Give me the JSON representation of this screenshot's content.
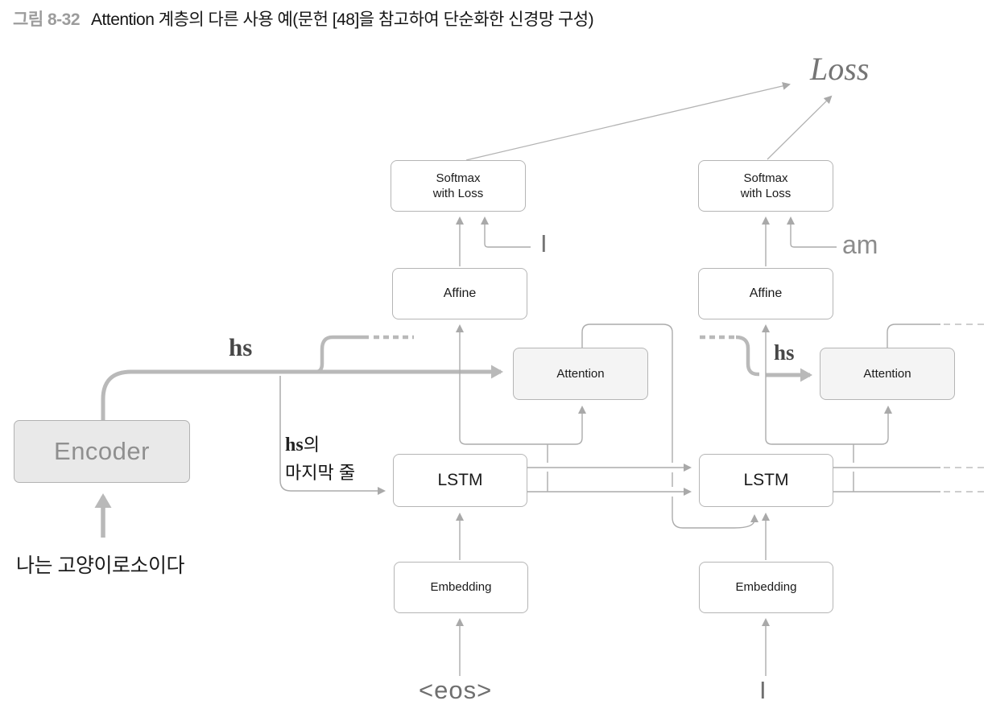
{
  "figure": {
    "label": "그림 8-32",
    "caption": "Attention 계층의 다른 사용 예(문헌 [48]을 참고하여 단순화한 신경망 구성)"
  },
  "diagram": {
    "loss_label": "Loss",
    "encoder": {
      "label": "Encoder",
      "input_sentence": "나는 고양이로소이다"
    },
    "hs": {
      "label_left": "hs",
      "label_right": "hs",
      "last_row_note": {
        "hs": "hs",
        "suffix": "의",
        "line2": "마지막 줄"
      }
    },
    "decoder_steps": [
      {
        "softmax": "Softmax\nwith Loss",
        "affine": "Affine",
        "attention": "Attention",
        "lstm": "LSTM",
        "embedding": "Embedding",
        "input_word": "<eos>",
        "target_word": "I"
      },
      {
        "softmax": "Softmax\nwith Loss",
        "affine": "Affine",
        "attention": "Attention",
        "lstm": "LSTM",
        "embedding": "Embedding",
        "input_word": "I",
        "target_word": "am"
      }
    ]
  },
  "colors": {
    "box_border": "#b5b5b5",
    "attention_fill": "#f4f4f4",
    "encoder_fill": "#e9e9e9",
    "thin_line": "#ababab",
    "thick_line": "#b9b9b9",
    "gray_text": "#8a8a8a",
    "loss_text": "#757575",
    "figure_label": "#9c9c9c"
  }
}
